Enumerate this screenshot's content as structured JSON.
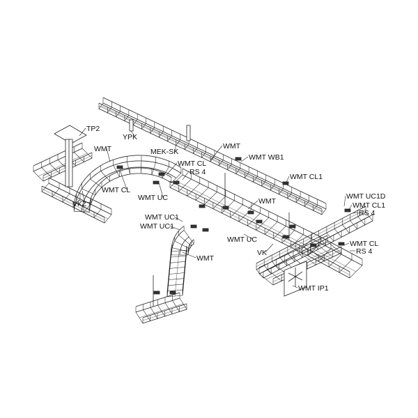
{
  "diagram": {
    "labels": [
      "TP2",
      "YPK",
      "MEK-SK",
      "WMT",
      "WMT WB1",
      "WMT CL1",
      "WMT",
      "WMT CL",
      "RS 4",
      "WMT CL",
      "VKZ",
      "WMT UC",
      "WMT",
      "WMT UC1D",
      "WMT CL1",
      "RS 4",
      "WMT UC1",
      "WMT UC1",
      "WMT UC",
      "VK",
      "WMT",
      "WMT CL",
      "RS 4",
      "WMT IP1"
    ]
  }
}
